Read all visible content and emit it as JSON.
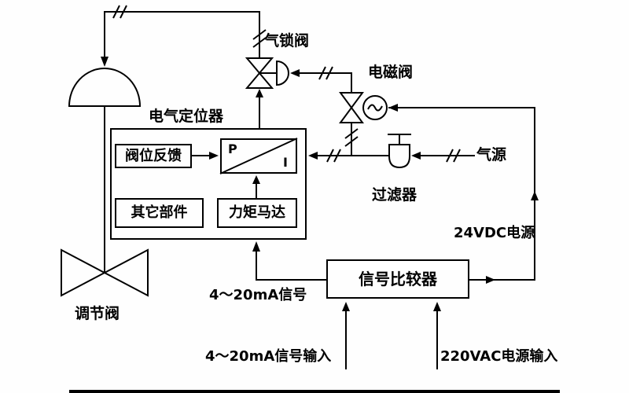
{
  "colors": {
    "background": "#fefefe",
    "line": "#000000",
    "text": "#000000"
  },
  "labels": {
    "air_lock_valve": "气锁阀",
    "solenoid_valve": "电磁阀",
    "positioner": "电气定位器",
    "valve_position_feedback": "阀位反馈",
    "converter_p": "P",
    "converter_i": "I",
    "other_parts": "其它部件",
    "torque_motor": "力矩马达",
    "filter": "过滤器",
    "air_source": "气源",
    "dc24_power": "24VDC电源",
    "signal_comparator": "信号比较器",
    "signal_4_20ma": "4～20mA信号",
    "signal_4_20ma_input": "4～20mA信号输入",
    "ac220_power_input": "220VAC电源输入",
    "control_valve": "调节阀"
  }
}
